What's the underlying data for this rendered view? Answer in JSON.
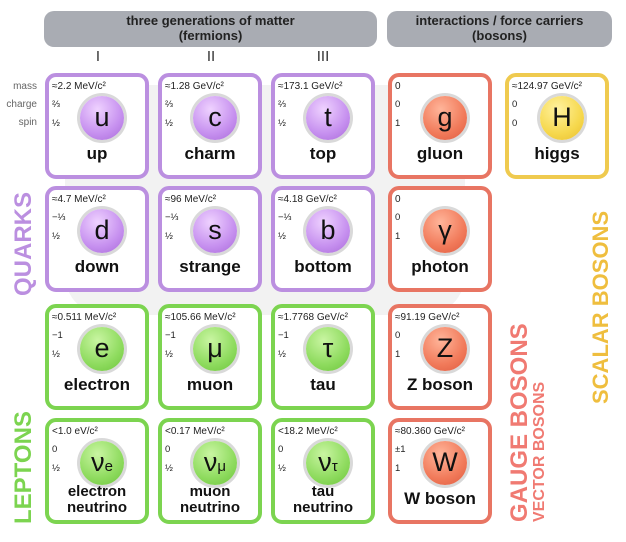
{
  "headers": {
    "fermions": "three generations of matter",
    "fermions_sub": "(fermions)",
    "bosons": "interactions / force carriers",
    "bosons_sub": "(bosons)"
  },
  "generations": [
    "I",
    "II",
    "III"
  ],
  "property_labels": [
    "mass",
    "charge",
    "spin"
  ],
  "group_labels": {
    "quarks": "QUARKS",
    "leptons": "LEPTONS",
    "gauge": "GAUGE BOSONS",
    "vector": "VECTOR BOSONS",
    "scalar": "SCALAR BOSONS"
  },
  "colors": {
    "quark": "#bb8fe0",
    "lepton": "#7cd450",
    "gauge": "#e87563",
    "scalar": "#efca4f"
  },
  "particles": [
    {
      "mass": "≈2.2 MeV/c²",
      "charge": "⅔",
      "spin": "½",
      "symbol": "u",
      "name": "up",
      "type": "q",
      "col": 0,
      "row": 0
    },
    {
      "mass": "≈1.28 GeV/c²",
      "charge": "⅔",
      "spin": "½",
      "symbol": "c",
      "name": "charm",
      "type": "q",
      "col": 1,
      "row": 0
    },
    {
      "mass": "≈173.1 GeV/c²",
      "charge": "⅔",
      "spin": "½",
      "symbol": "t",
      "name": "top",
      "type": "q",
      "col": 2,
      "row": 0
    },
    {
      "mass": "0",
      "charge": "0",
      "spin": "1",
      "symbol": "g",
      "name": "gluon",
      "type": "g",
      "col": 3,
      "row": 0
    },
    {
      "mass": "≈124.97 GeV/c²",
      "charge": "0",
      "spin": "0",
      "symbol": "H",
      "name": "higgs",
      "type": "h",
      "col": 4,
      "row": 0
    },
    {
      "mass": "≈4.7 MeV/c²",
      "charge": "−⅓",
      "spin": "½",
      "symbol": "d",
      "name": "down",
      "type": "q",
      "col": 0,
      "row": 1
    },
    {
      "mass": "≈96 MeV/c²",
      "charge": "−⅓",
      "spin": "½",
      "symbol": "s",
      "name": "strange",
      "type": "q",
      "col": 1,
      "row": 1
    },
    {
      "mass": "≈4.18 GeV/c²",
      "charge": "−⅓",
      "spin": "½",
      "symbol": "b",
      "name": "bottom",
      "type": "q",
      "col": 2,
      "row": 1
    },
    {
      "mass": "0",
      "charge": "0",
      "spin": "1",
      "symbol": "γ",
      "name": "photon",
      "type": "g",
      "col": 3,
      "row": 1
    },
    {
      "mass": "≈0.511 MeV/c²",
      "charge": "−1",
      "spin": "½",
      "symbol": "e",
      "name": "electron",
      "type": "l",
      "col": 0,
      "row": 2
    },
    {
      "mass": "≈105.66 MeV/c²",
      "charge": "−1",
      "spin": "½",
      "symbol": "μ",
      "name": "muon",
      "type": "l",
      "col": 1,
      "row": 2
    },
    {
      "mass": "≈1.7768 GeV/c²",
      "charge": "−1",
      "spin": "½",
      "symbol": "τ",
      "name": "tau",
      "type": "l",
      "col": 2,
      "row": 2
    },
    {
      "mass": "≈91.19 GeV/c²",
      "charge": "0",
      "spin": "1",
      "symbol": "Z",
      "name": "Z boson",
      "type": "g",
      "col": 3,
      "row": 2
    },
    {
      "mass": "<1.0 eV/c²",
      "charge": "0",
      "spin": "½",
      "symbol": "ν",
      "subscript": "e",
      "name": "electron neutrino",
      "type": "l",
      "col": 0,
      "row": 3
    },
    {
      "mass": "<0.17 MeV/c²",
      "charge": "0",
      "spin": "½",
      "symbol": "ν",
      "subscript": "μ",
      "name": "muon neutrino",
      "type": "l",
      "col": 1,
      "row": 3
    },
    {
      "mass": "<18.2 MeV/c²",
      "charge": "0",
      "spin": "½",
      "symbol": "ν",
      "subscript": "τ",
      "name": "tau neutrino",
      "type": "l",
      "col": 2,
      "row": 3
    },
    {
      "mass": "≈80.360 GeV/c²",
      "charge": "±1",
      "spin": "1",
      "symbol": "W",
      "name": "W boson",
      "type": "g",
      "col": 3,
      "row": 3
    }
  ]
}
